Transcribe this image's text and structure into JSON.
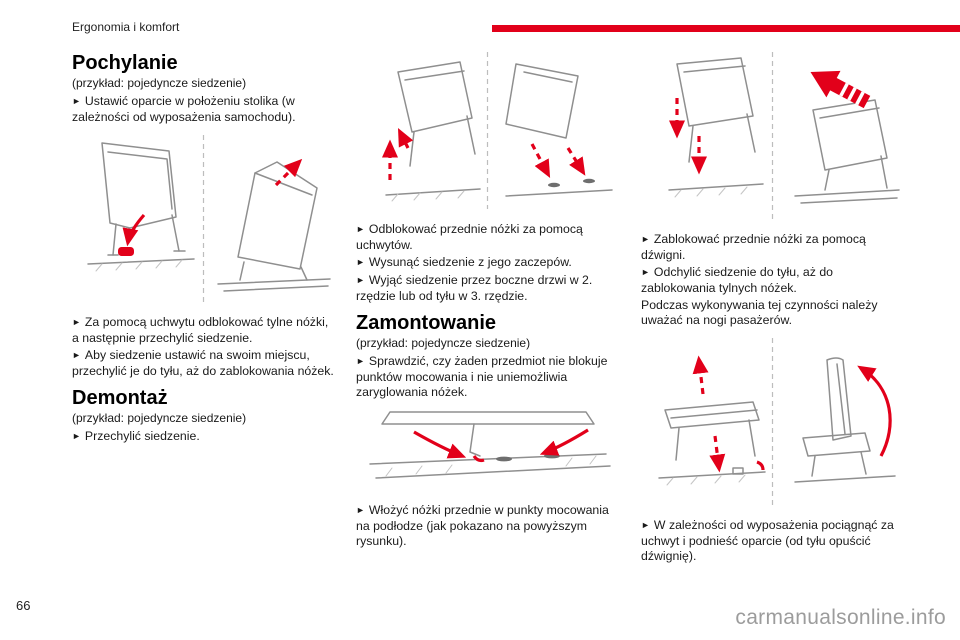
{
  "header": {
    "section_label": "Ergonomia i komfort"
  },
  "colors": {
    "accent_red": "#e2001a"
  },
  "glyphs": {
    "bullet": "►"
  },
  "content": {
    "pochylanie": {
      "title": "Pochylanie",
      "example": "(przykład: pojedyncze siedzenie)",
      "steps": [
        "Ustawić oparcie w położeniu stolika (w zależności od wyposażenia samochodu).",
        "Za pomocą uchwytu odblokować tylne nóżki, a następnie przechylić siedzenie.",
        "Aby siedzenie ustawić na swoim miejscu, przechylić je do tyłu, aż do zablokowania nóżek."
      ]
    },
    "demontaz": {
      "title": "Demontaż",
      "example": "(przykład: pojedyncze siedzenie)",
      "steps": [
        "Przechylić siedzenie.",
        "Odblokować przednie nóżki za pomocą uchwytów.",
        "Wysunąć siedzenie z jego zaczepów.",
        "Wyjąć siedzenie przez boczne drzwi w 2. rzędzie lub od tyłu w 3. rzędzie."
      ]
    },
    "zamontowanie": {
      "title": "Zamontowanie",
      "example": "(przykład: pojedyncze siedzenie)",
      "steps": [
        "Sprawdzić, czy żaden przedmiot nie blokuje punktów mocowania i nie uniemożliwia zaryglowania nóżek.",
        "Włożyć nóżki przednie w punkty mocowania na podłodze (jak pokazano na powyższym rysunku).",
        "Zablokować przednie nóżki za pomocą dźwigni.",
        "Odchylić siedzenie do tyłu, aż do zablokowania tylnych nóżek."
      ],
      "warning": "Podczas wykonywania tej czynności należy uważać na nogi pasażerów.",
      "final_step": "W zależności od wyposażenia pociągnąć za uchwyt i podnieść oparcie (od tyłu opuścić dźwignię)."
    }
  },
  "footer": {
    "page_number": "66",
    "watermark": "carmanualsonline.info"
  }
}
